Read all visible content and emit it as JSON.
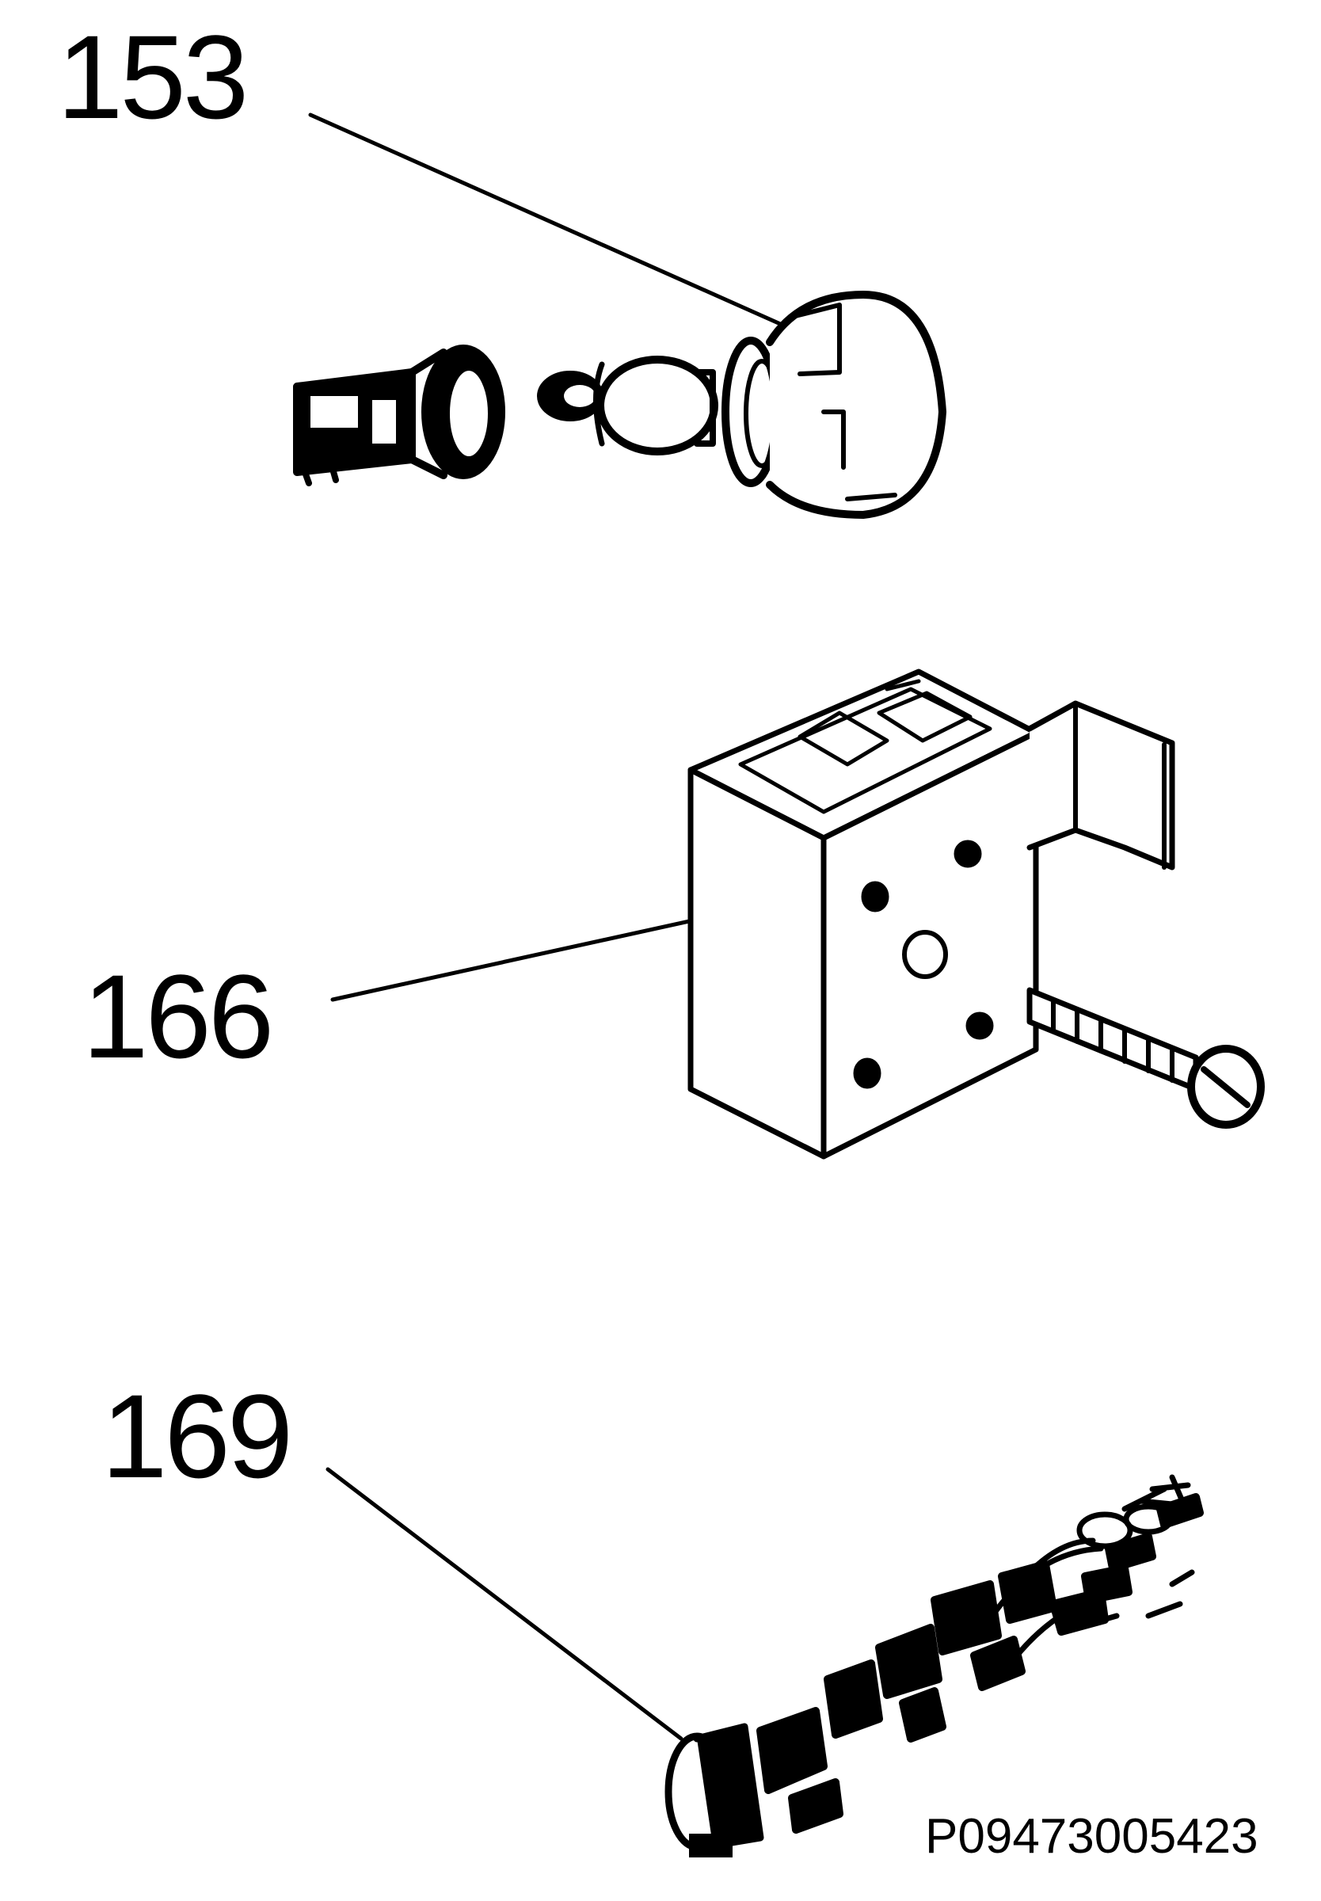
{
  "callouts": {
    "part_153": "153",
    "part_166": "166",
    "part_169": "169"
  },
  "reference_code": "P09473005423",
  "colors": {
    "ink": "#000000",
    "paper": "#ffffff"
  }
}
